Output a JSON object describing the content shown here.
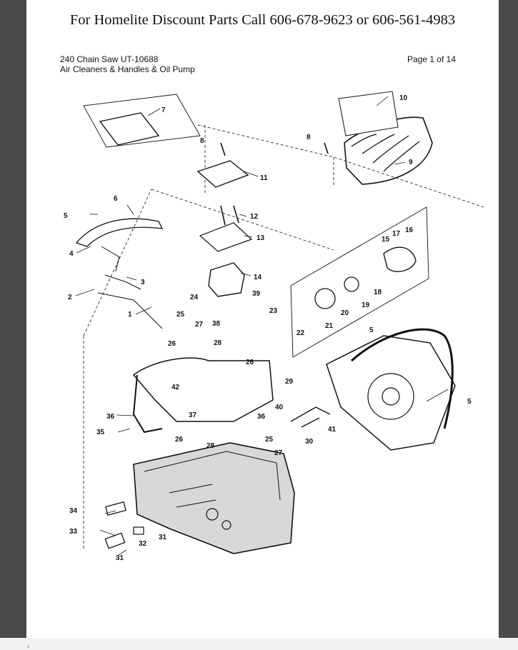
{
  "header": {
    "line": "For Homelite Discount Parts Call 606-678-9623 or 606-561-4983"
  },
  "doc": {
    "title": "240 Chain Saw UT-10688",
    "subtitle": "Air Cleaners & Handles & Oil Pump",
    "page": "Page 1 of 14"
  },
  "callouts": [
    "1",
    "2",
    "3",
    "4",
    "5",
    "5",
    "5",
    "6",
    "7",
    "8",
    "8",
    "9",
    "10",
    "11",
    "12",
    "13",
    "14",
    "15",
    "16",
    "17",
    "18",
    "19",
    "20",
    "21",
    "22",
    "23",
    "24",
    "25",
    "25",
    "26",
    "26",
    "26",
    "27",
    "27",
    "28",
    "28",
    "29",
    "30",
    "31",
    "31",
    "32",
    "33",
    "34",
    "35",
    "36",
    "36",
    "37",
    "38",
    "39",
    "40",
    "41",
    "42"
  ],
  "colors": {
    "frame": "#4a4a4a",
    "paper": "#ffffff",
    "ink": "#111111"
  }
}
